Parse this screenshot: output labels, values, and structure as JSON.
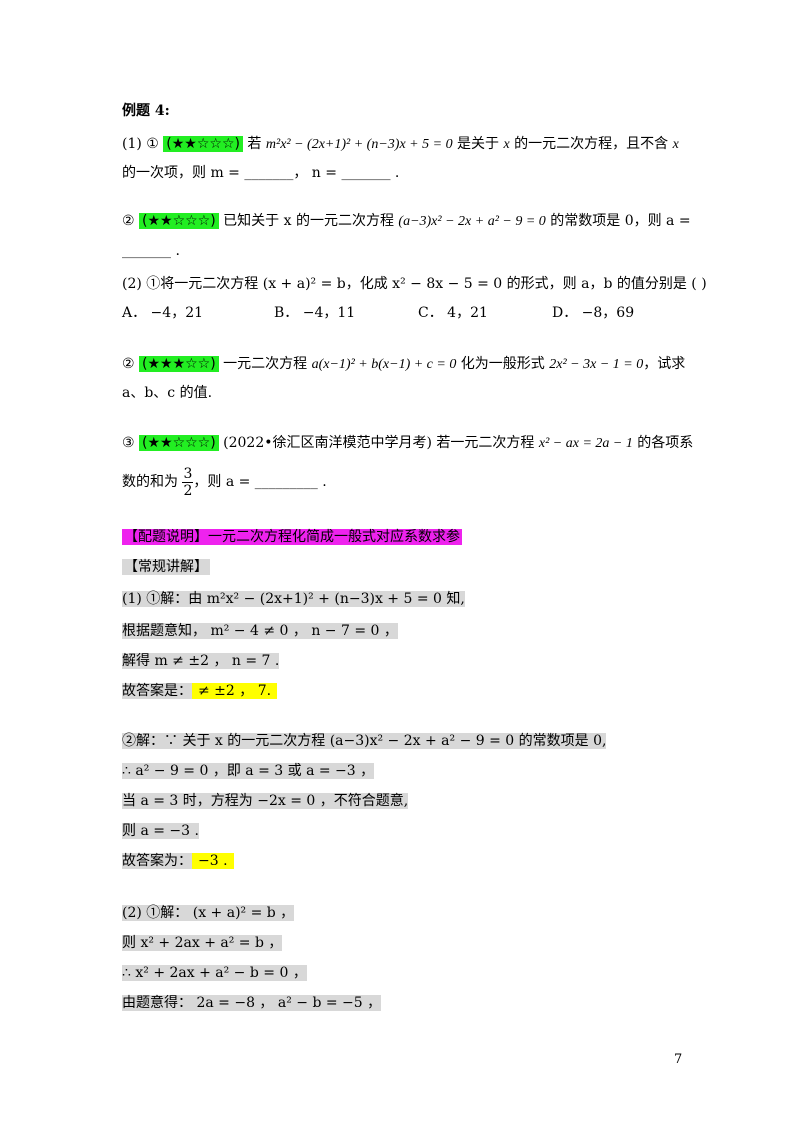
{
  "title": "例题 4:",
  "q1_1": {
    "prefix": "(1) ① ",
    "stars": "(★★☆☆☆)",
    "text_a": " 若 ",
    "math": "m²x² − (2x+1)² + (n−3)x + 5 = 0",
    "text_b": " 是关于 ",
    "var": "x",
    "text_c": " 的一元二次方程，且不含 ",
    "var2": "x",
    "line2": "的一次项，则 m = _______，  n = _______ ."
  },
  "q1_2": {
    "prefix": "② ",
    "stars": "(★★☆☆☆)",
    "text_a": " 已知关于 x 的一元二次方程 ",
    "math": "(a−3)x² − 2x + a² − 9 = 0",
    "text_b": " 的常数项是  0，则 a =",
    "line2": "_______ ."
  },
  "q2_1": {
    "text": "(2) ①将一元二次方程 (x + a)² = b，化成 x² − 8x − 5 = 0 的形式，则 a，b 的值分别是 (          )",
    "options": [
      "A． −4，21",
      "B． −4，11",
      "C． 4，21",
      "D． −8，69"
    ]
  },
  "q2_2": {
    "prefix": "② ",
    "stars": "(★★★☆☆)",
    "text_a": " 一元二次方程 ",
    "math": "a(x−1)² + b(x−1) + c = 0",
    "text_b": " 化为一般形式 ",
    "math2": "2x² − 3x − 1 = 0",
    "text_c": "，试求",
    "line2": "a、b、c 的值."
  },
  "q2_3": {
    "prefix": "③ ",
    "stars": "(★★☆☆☆)",
    "text_a": " (2022•徐汇区南洋模范中学月考) 若一元二次方程 ",
    "math": "x² − ax = 2a − 1",
    "text_b": " 的各项系",
    "line2_a": "数的和为 ",
    "frac_num": "3",
    "frac_den": "2",
    "line2_b": "，则 a = _________ ."
  },
  "note": "【配题说明】一元二次方程化简成一般式对应系数求参",
  "section": "【常规讲解】",
  "sol1": {
    "l1": "(1) ①解：由 m²x² − (2x+1)² + (n−3)x + 5 = 0 知,",
    "l2": "根据题意知，  m² − 4 ≠ 0 ，  n − 7 = 0 ，",
    "l3": "解得 m ≠ ±2 ，  n = 7 .",
    "l4_label": "故答案是：",
    "l4_ans": "≠ ±2 ，  7."
  },
  "sol2": {
    "l1": "②解：∵ 关于 x 的一元二次方程 (a−3)x² − 2x + a² − 9 = 0 的常数项是 0,",
    "l2": "∴ a² − 9 = 0 ，即 a = 3 或 a = −3 ，",
    "l3": "当 a = 3 时，方程为 −2x = 0 ，不符合题意,",
    "l4": "则 a = −3 .",
    "l5_label": "故答案为：",
    "l5_ans": "−3 ."
  },
  "sol3": {
    "l1": "(2) ①解：  (x + a)² = b ，",
    "l2": "则 x² + 2ax + a² = b ，",
    "l3": "∴ x² + 2ax + a² − b = 0 ，",
    "l4": "由题意得：  2a = −8 ，  a² − b = −5 ，"
  },
  "page_number": "7"
}
